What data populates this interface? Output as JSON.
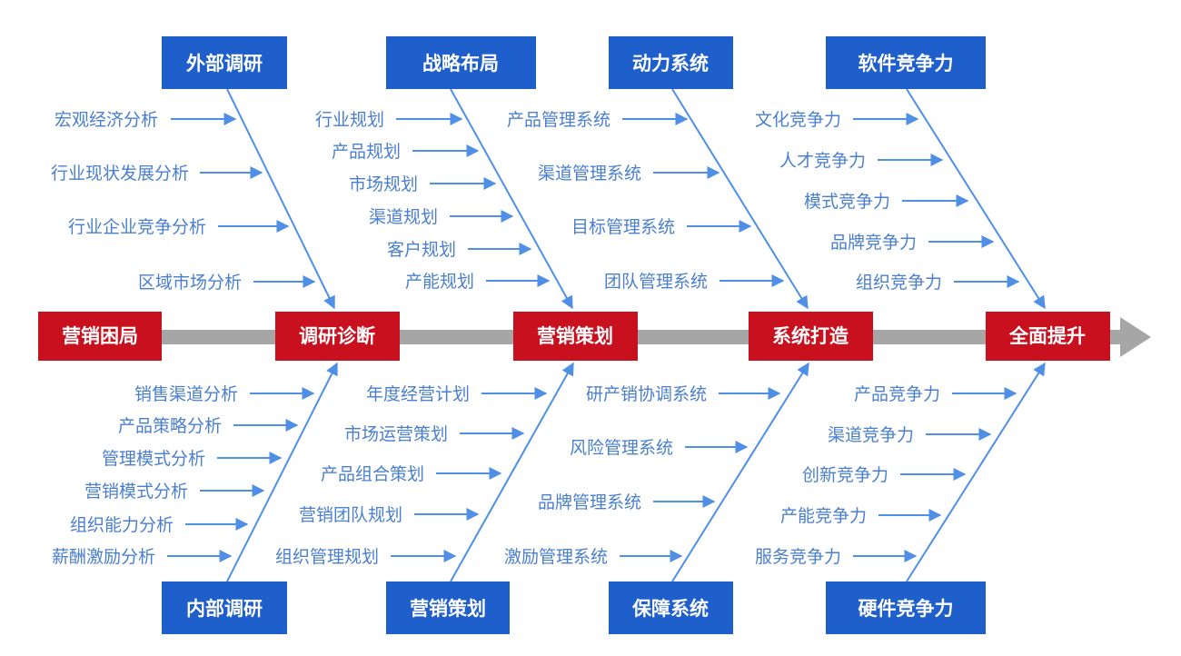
{
  "colors": {
    "spine": "#a6a6a6",
    "node_fill": "#c8101e",
    "category_fill": "#1f5fcc",
    "line": "#4f8fe6",
    "text": "#4a7fd0"
  },
  "spine_nodes": [
    "营销困局",
    "调研诊断",
    "营销策划",
    "系统打造",
    "全面提升"
  ],
  "top_categories": [
    {
      "label": "外部调研",
      "items": [
        "宏观经济分析",
        "行业现状发展分析",
        "行业企业竞争分析",
        "区域市场分析"
      ]
    },
    {
      "label": "战略布局",
      "items": [
        "行业规划",
        "产品规划",
        "市场规划",
        "渠道规划",
        "客户规划",
        "产能规划"
      ]
    },
    {
      "label": "动力系统",
      "items": [
        "产品管理系统",
        "渠道管理系统",
        "目标管理系统",
        "团队管理系统"
      ]
    },
    {
      "label": "软件竞争力",
      "items": [
        "文化竞争力",
        "人才竞争力",
        "模式竞争力",
        "品牌竞争力",
        "组织竞争力"
      ]
    }
  ],
  "bottom_categories": [
    {
      "label": "内部调研",
      "items": [
        "销售渠道分析",
        "产品策略分析",
        "管理模式分析",
        "营销模式分析",
        "组织能力分析",
        "薪酬激励分析"
      ]
    },
    {
      "label": "营销策划",
      "items": [
        "年度经营计划",
        "市场运营策划",
        "产品组合策划",
        "营销团队规划",
        "组织管理规划"
      ]
    },
    {
      "label": "保障系统",
      "items": [
        "研产销协调系统",
        "风险管理系统",
        "品牌管理系统",
        "激励管理系统"
      ]
    },
    {
      "label": "硬件竞争力",
      "items": [
        "产品竞争力",
        "渠道竞争力",
        "创新竞争力",
        "产能竞争力",
        "服务竞争力"
      ]
    }
  ]
}
